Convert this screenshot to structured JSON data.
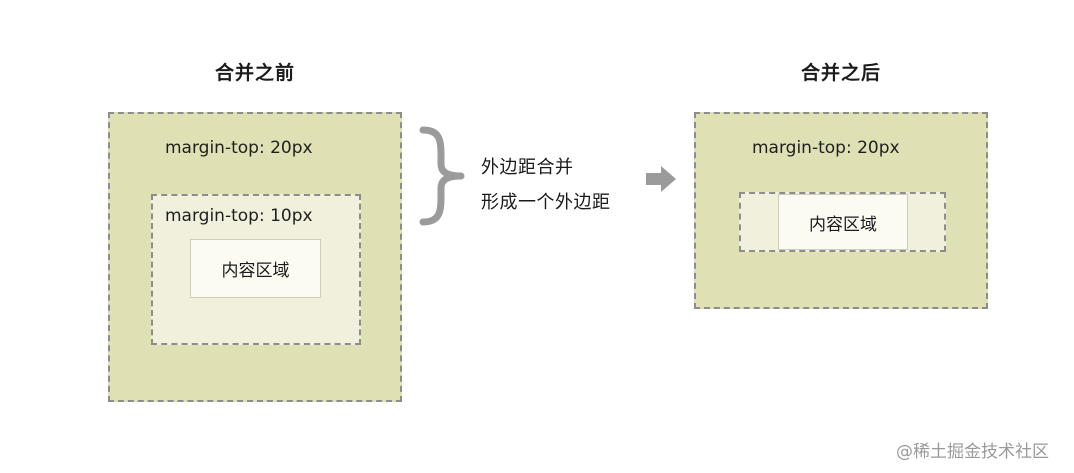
{
  "before": {
    "title": "合并之前",
    "outer_label": "margin-top: 20px",
    "inner_label": "margin-top: 10px",
    "content_label": "内容区域"
  },
  "note": {
    "line1": "外边距合并",
    "line2": "形成一个外边距"
  },
  "after": {
    "title": "合并之后",
    "outer_label": "margin-top: 20px",
    "content_label": "内容区域"
  },
  "watermark": "@稀土掘金技术社区",
  "colors": {
    "outer_fill": "#dfe0b4",
    "inner_fill": "#f0f0dc",
    "content_fill": "#fbfbf1",
    "dash_border": "#8d8d8d",
    "connector": "#9b9b9b"
  },
  "icons": [
    "curly-brace-icon",
    "right-arrow-icon"
  ]
}
